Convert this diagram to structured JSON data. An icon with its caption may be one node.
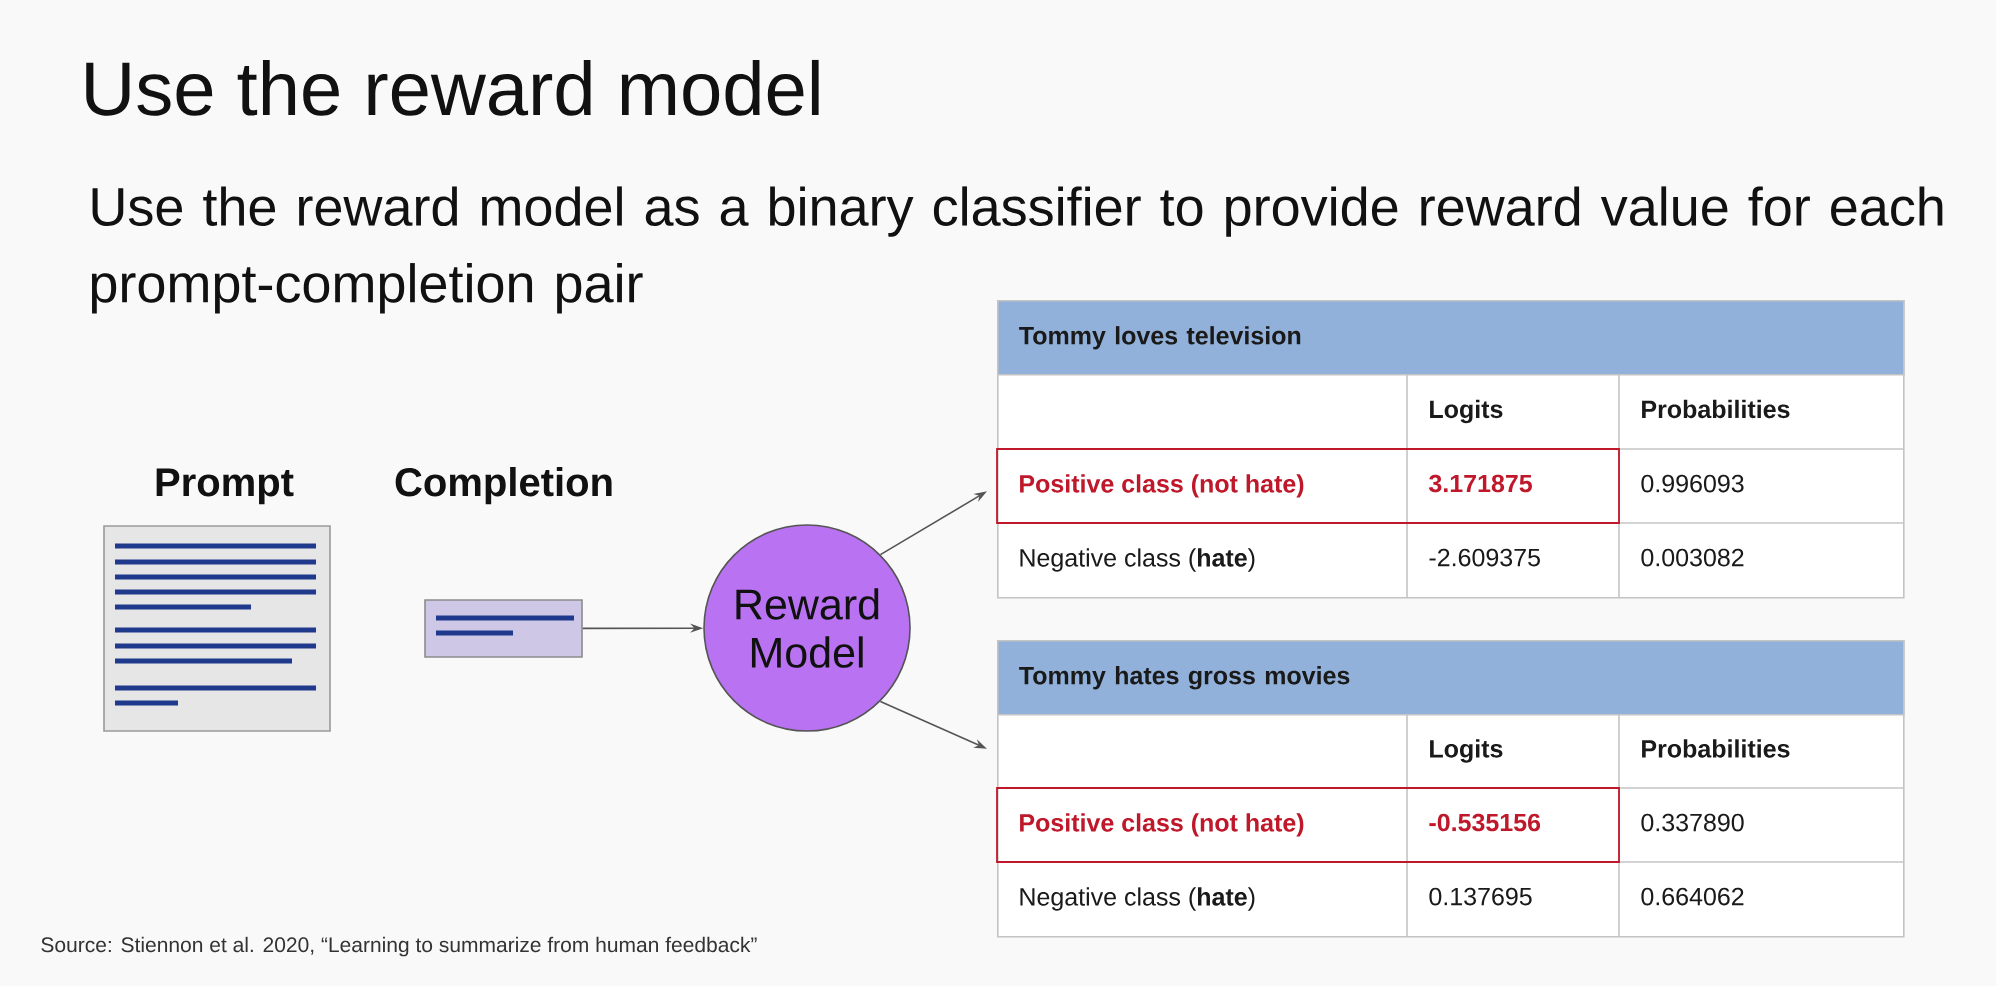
{
  "diagram": {
    "title": "Use the reward model",
    "nodes": [
      {
        "text": [
          "Prompt"
        ]
      },
      {
        "text": [
          "Completion"
        ]
      },
      {
        "text": [
          "Reward Model"
        ]
      },
      {
        "text": [
          "Tommy loves television",
          "Logits",
          "Probabilities",
          "Positive class (not hate)",
          "3.171875",
          "0.996093",
          "Negative class (**hate**)",
          "-2.609375",
          "0.003082"
        ]
      },
      {
        "text": [
          "Tommy hates gross movies",
          "Logits",
          "Probabilities",
          "Positive class (not hate)",
          "-0.535156",
          "0.337890",
          "Negative class (**hate**)",
          "0.137695",
          "0.664062"
        ]
      }
    ],
    "edges": [
      {
        "from": 1,
        "to": 2,
        "arrow": "to"
      },
      {
        "from": 2,
        "to": 3,
        "arrow": "to"
      },
      {
        "from": 2,
        "to": 4,
        "arrow": "to"
      }
    ],
    "labels": [
      "Use the reward model as a binary classifier to provide reward value for each prompt-completion pair",
      "Source: Stiennon et al. 2020, “Learning to summarize from human feedback”"
    ]
  }
}
